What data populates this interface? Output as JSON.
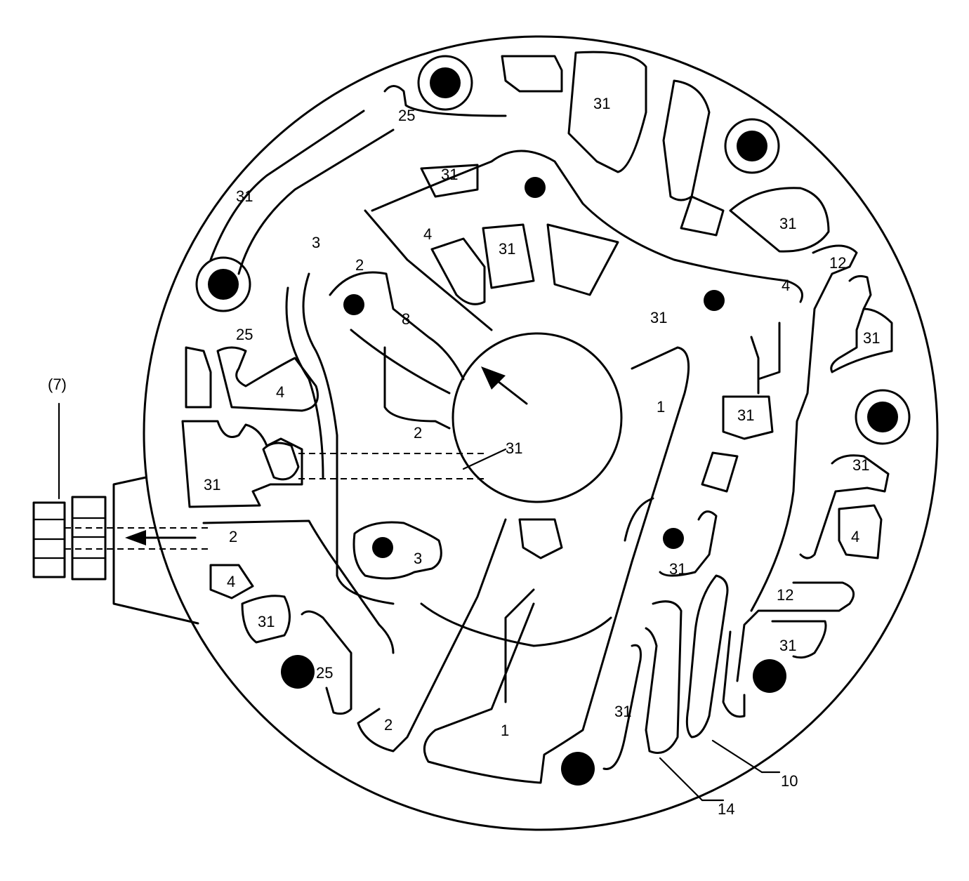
{
  "diagram": {
    "fitting_callout": "(7)",
    "labels": [
      {
        "id": "l01",
        "text": "25"
      },
      {
        "id": "l02",
        "text": "31"
      },
      {
        "id": "l03",
        "text": "31"
      },
      {
        "id": "l04",
        "text": "31"
      },
      {
        "id": "l05",
        "text": "3"
      },
      {
        "id": "l06",
        "text": "4"
      },
      {
        "id": "l07",
        "text": "2"
      },
      {
        "id": "l08",
        "text": "31"
      },
      {
        "id": "l09",
        "text": "31"
      },
      {
        "id": "l10",
        "text": "4"
      },
      {
        "id": "l11",
        "text": "12"
      },
      {
        "id": "l12",
        "text": "8"
      },
      {
        "id": "l13",
        "text": "31"
      },
      {
        "id": "l14",
        "text": "25"
      },
      {
        "id": "l15",
        "text": "31"
      },
      {
        "id": "l16",
        "text": "4"
      },
      {
        "id": "l17",
        "text": "1"
      },
      {
        "id": "l18",
        "text": "31"
      },
      {
        "id": "l19",
        "text": "2"
      },
      {
        "id": "l20",
        "text": "31"
      },
      {
        "id": "l21",
        "text": "31"
      },
      {
        "id": "l22",
        "text": "31"
      },
      {
        "id": "l23",
        "text": "2"
      },
      {
        "id": "l24",
        "text": "3"
      },
      {
        "id": "l25",
        "text": "4"
      },
      {
        "id": "l26",
        "text": "4"
      },
      {
        "id": "l27",
        "text": "31"
      },
      {
        "id": "l28",
        "text": "31"
      },
      {
        "id": "l29",
        "text": "12"
      },
      {
        "id": "l30",
        "text": "31"
      },
      {
        "id": "l31",
        "text": "25"
      },
      {
        "id": "l32",
        "text": "31"
      },
      {
        "id": "l33",
        "text": "2"
      },
      {
        "id": "l34",
        "text": "1"
      }
    ],
    "callouts": [
      {
        "id": "c10",
        "text": "10"
      },
      {
        "id": "c14",
        "text": "14"
      }
    ]
  }
}
